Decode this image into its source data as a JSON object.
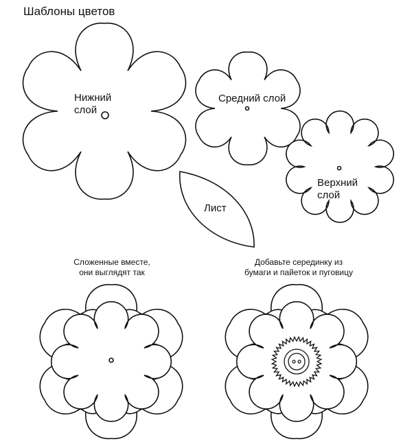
{
  "title": "Шаблоны цветов",
  "labels": {
    "bottom_layer": "Нижний\nслой",
    "middle_layer": "Средний слой",
    "top_layer": "Верхний\nслой",
    "leaf": "Лист"
  },
  "captions": {
    "assembled": "Сложенные вместе,\nони выглядят так",
    "add_center": "Добавьте серединку из\nбумаги и пайеток и пуговицу"
  }
}
